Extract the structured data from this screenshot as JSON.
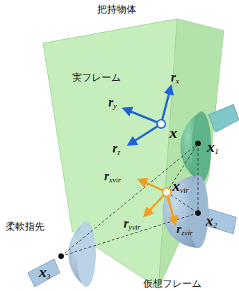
{
  "diagram": {
    "labels": [
      "把持物体",
      "実フレーム",
      "rx",
      "ry",
      "x",
      "rz",
      "x1",
      "xvir",
      "rxvir",
      "ryvir",
      "x2",
      "rzvir",
      "柔軟指先",
      "x3",
      "仮想フレーム"
    ]
  }
}
